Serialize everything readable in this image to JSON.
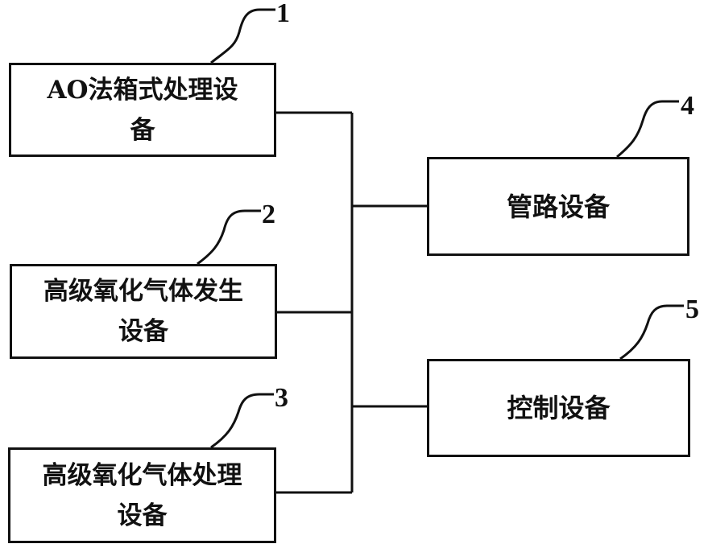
{
  "nodes": [
    {
      "id": "1",
      "number": "1",
      "label": "AO法箱式处理设备",
      "lines": [
        "AO法箱式处理设",
        "备"
      ]
    },
    {
      "id": "2",
      "number": "2",
      "label": "高级氧化气体发生设备",
      "lines": [
        "高级氧化气体发生",
        "设备"
      ]
    },
    {
      "id": "3",
      "number": "3",
      "label": "高级氧化气体处理设备",
      "lines": [
        "高级氧化气体处理",
        "设备"
      ]
    },
    {
      "id": "4",
      "number": "4",
      "label": "管路设备",
      "lines": [
        "管路设备"
      ]
    },
    {
      "id": "5",
      "number": "5",
      "label": "控制设备",
      "lines": [
        "控制设备"
      ]
    }
  ],
  "colors": {
    "line": "#111111",
    "background": "#ffffff"
  }
}
